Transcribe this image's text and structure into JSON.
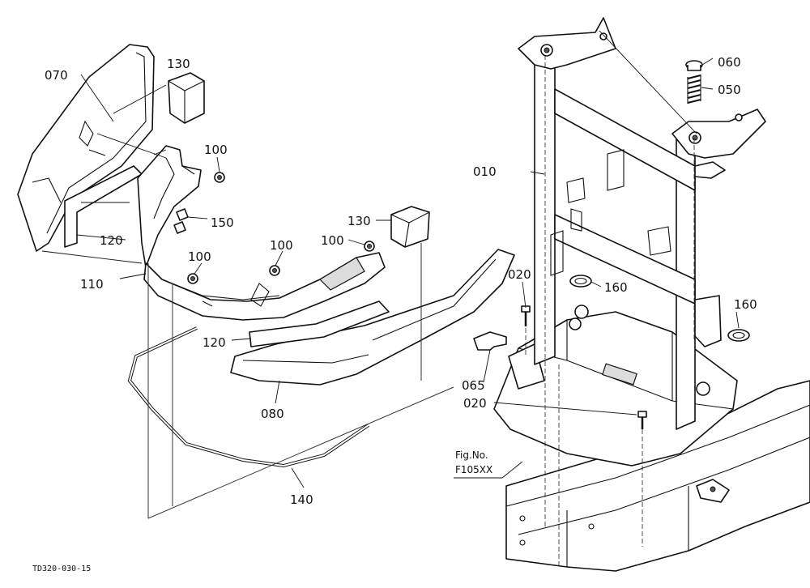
{
  "part_labels": {
    "p010": "010",
    "p020a": "020",
    "p020b": "020",
    "p050": "050",
    "p060": "060",
    "p065": "065",
    "p070": "070",
    "p080": "080",
    "p100a": "100",
    "p100b": "100",
    "p100c": "100",
    "p100d": "100",
    "p110": "110",
    "p120a": "120",
    "p120b": "120",
    "p130a": "130",
    "p130b": "130",
    "p140": "140",
    "p150": "150",
    "p160a": "160",
    "p160b": "160"
  },
  "figure_reference": {
    "line1": "Fig.No.",
    "line2": "F105XX"
  },
  "drawing_code": "TD320-030-15"
}
